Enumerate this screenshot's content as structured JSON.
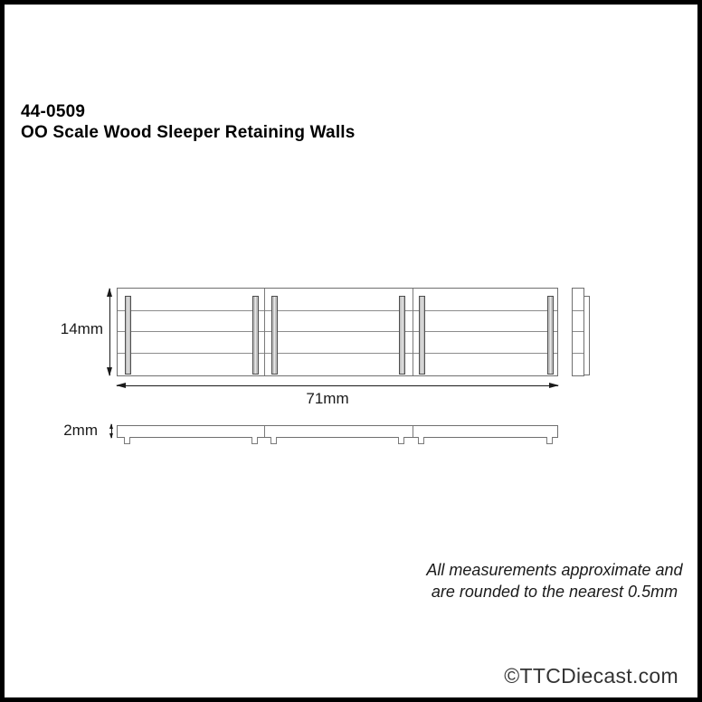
{
  "header": {
    "product_code": "44-0509",
    "product_title": "OO Scale Wood Sleeper Retaining Walls"
  },
  "dimensions": {
    "height": "14mm",
    "width": "71mm",
    "depth": "2mm"
  },
  "note": {
    "line1": "All measurements approximate and",
    "line2": "are rounded to the nearest 0.5mm"
  },
  "watermark": {
    "text": "©TTCDiecast.com"
  },
  "diagram": {
    "type": "technical-dimension-drawing",
    "views": [
      "front-elevation",
      "end-profile",
      "plan"
    ],
    "panel_count": 3,
    "posts_per_panel": 2,
    "plank_rows": 4
  },
  "colors": {
    "background": "#ffffff",
    "frame_border": "#000000",
    "drawing_line": "#6f6f6f",
    "plank_line": "#8c8c8c",
    "post_fill": "#c4c4c4",
    "post_outline": "#4d4d4d",
    "dimension": "#1a1a1a",
    "watermark": "#333333"
  }
}
